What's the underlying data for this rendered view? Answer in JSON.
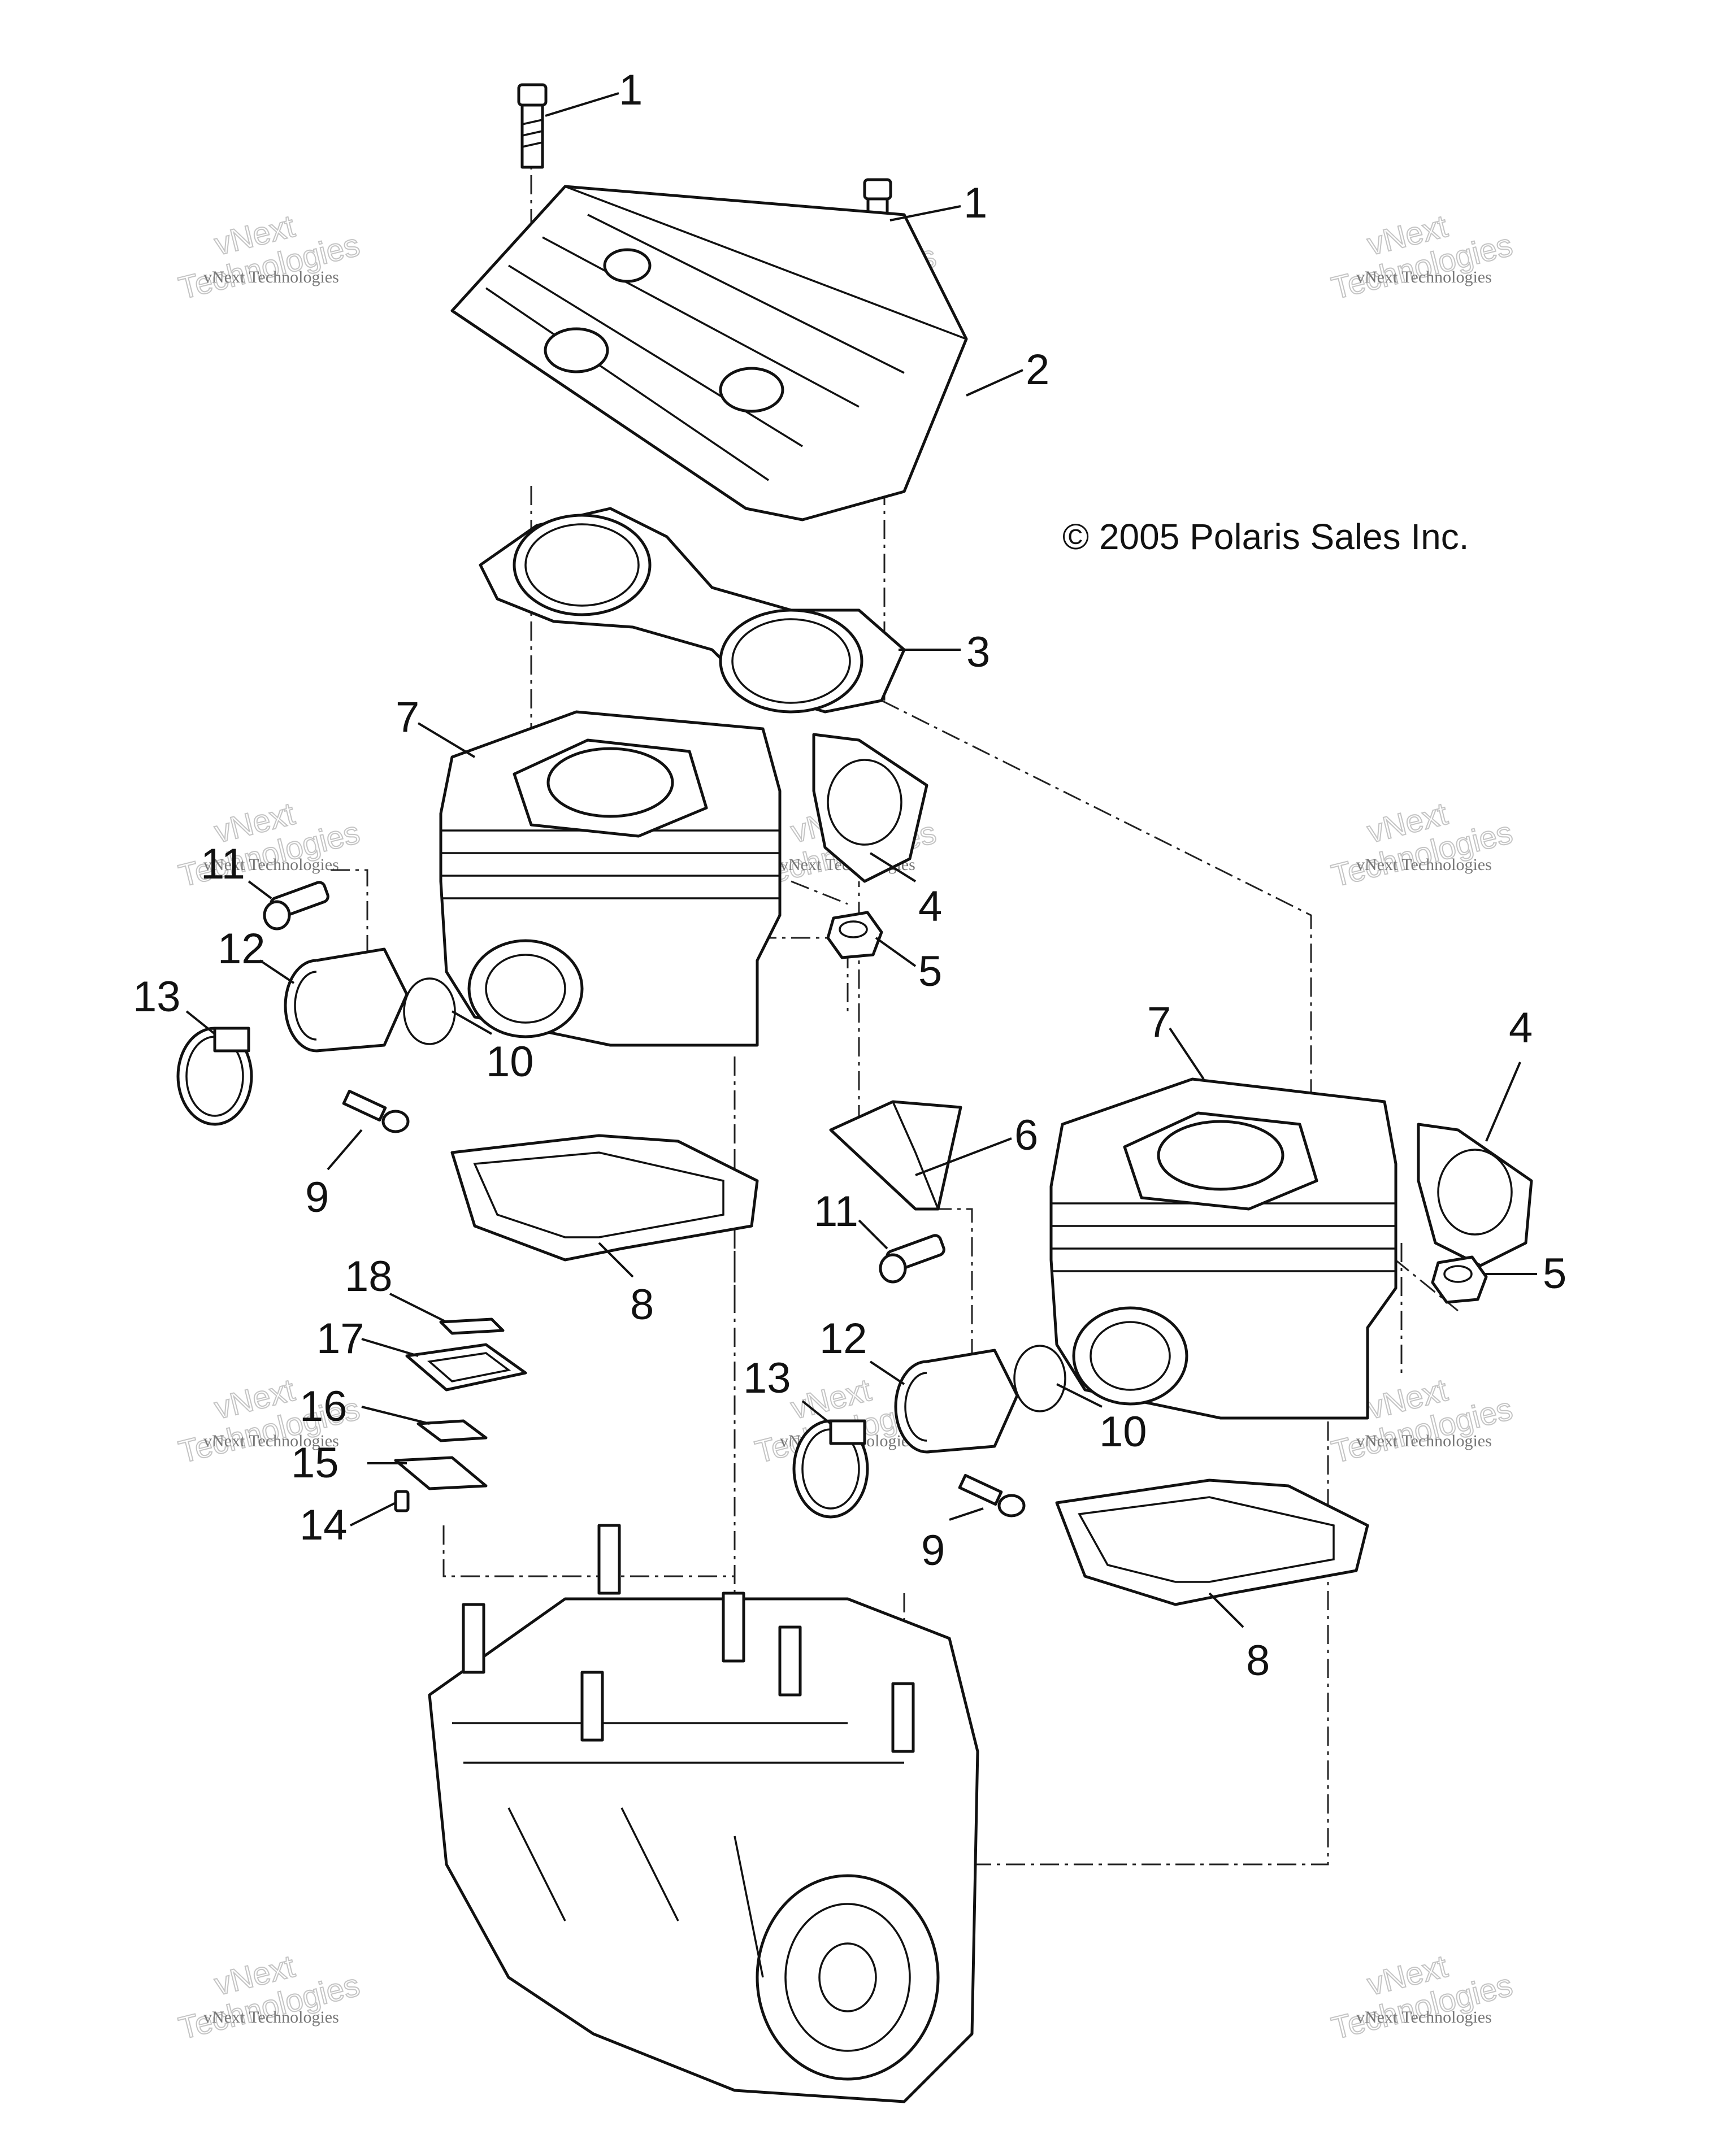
{
  "copyright": "© 2005 Polaris Sales Inc.",
  "watermark": {
    "small": "vNext Technologies",
    "big_line1": "vNext",
    "big_line2": "Technologies"
  },
  "callouts": {
    "c1a": "1",
    "c1b": "1",
    "c2": "2",
    "c3": "3",
    "c4a": "4",
    "c4b": "4",
    "c5a": "5",
    "c5b": "5",
    "c6": "6",
    "c7a": "7",
    "c7b": "7",
    "c8a": "8",
    "c8b": "8",
    "c9a": "9",
    "c9b": "9",
    "c10a": "10",
    "c10b": "10",
    "c11a": "11",
    "c11b": "11",
    "c12a": "12",
    "c12b": "12",
    "c13a": "13",
    "c13b": "13",
    "c14": "14",
    "c15": "15",
    "c16": "16",
    "c17": "17",
    "c18": "18"
  }
}
